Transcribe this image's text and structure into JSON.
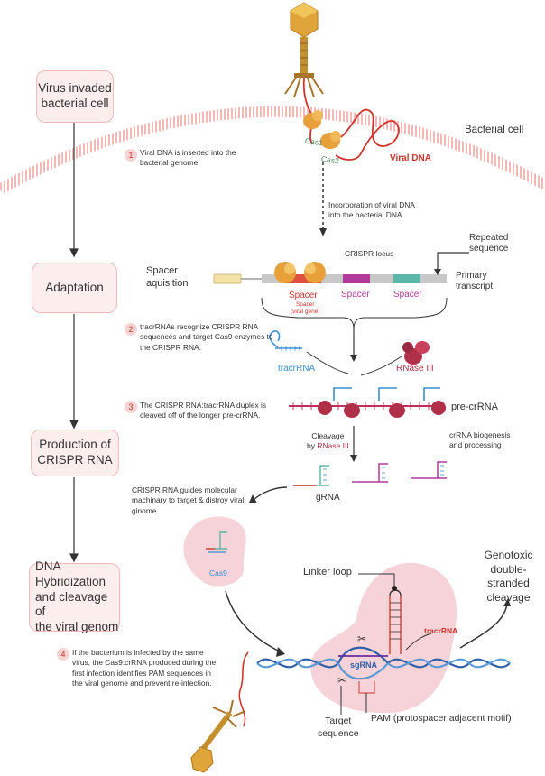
{
  "steps": {
    "virus_invaded": "Virus invaded\nbacterial cell",
    "adaptation": "Adaptation",
    "production": "Production of\nCRISPR RNA",
    "hybridization": "DNA\nHybridization\nand cleavage of\nthe viral genom"
  },
  "labels": {
    "bacterial_cell": "Bacterial cell",
    "cas1": "Cas1",
    "cas2": "Cas2",
    "viral_dna": "Viral DNA",
    "incorporation": "Incorporation of viral DNA\ninto the bacterial DNA.",
    "crispr_locus": "CRISPR locus",
    "repeated_sequence": "Repeated\nsequence",
    "spacer_aquisition": "Spacer\naquisition",
    "primary_transcript": "Primary\ntranscript",
    "spacer1": "Spacer",
    "spacer2": "Spacer",
    "spacer3": "Spacer",
    "spacer_viral_gene": "Spacer\n(viral gene)",
    "tracrrna": "tracrRNA",
    "rnase_iii": "RNase III",
    "pre_crrna": "pre-crRNA",
    "cleavage_by": "Cleavage\nby ",
    "cleavage_rnase": "RNase III",
    "crrna_biogenesis": "crRNA biogenesis\nand processing",
    "grna": "gRNA",
    "cas9": "Cas9",
    "genotoxic": "Genotoxic\ndouble-stranded\ncleavage",
    "linker_loop": "Linker loop",
    "tracrrna_red": "tracrRNA",
    "sgrna": "sgRNA",
    "target_sequence": "Target\nsequence",
    "pam": "PAM (protospacer adjacent motif)"
  },
  "notes": {
    "n1_num": "1",
    "n1": "Viral DNA is inserted into the\nbacterial genome",
    "n2_num": "2",
    "n2": "tracrRNAs recognize CRISPR RNA\nsequences and target Cas9 enzymes to\nthe CRISPR RNA.",
    "n3_num": "3",
    "n3": "The CRISPR RNA:tracrRNA duplex is\ncleaved off of the longer pre-crRNA.",
    "guides": "CRISPR RNA guides molecular\nmachinary to target & distroy viral\nginome",
    "n4_num": "4",
    "n4": "If the bacterium is infected by the same\nvirus, the Cas9:crRNA produced during the\nfirst infection identifies PAM sequences in\nthe viral genome and prevent re-infection."
  },
  "colors": {
    "membrane": "#f3c6c6",
    "box_fill": "#fdeeee",
    "box_border": "#f1b9b9",
    "red_text": "#d0342c",
    "tracr_blue": "#3a8fd6",
    "cas_orange": "#e8a13a",
    "rnase": "#b0304a",
    "spacer_magenta": "#b23a9a",
    "spacer_teal": "#5bb8a8",
    "spacer_red": "#e05040",
    "dna_blue": "#2e5fa8"
  }
}
